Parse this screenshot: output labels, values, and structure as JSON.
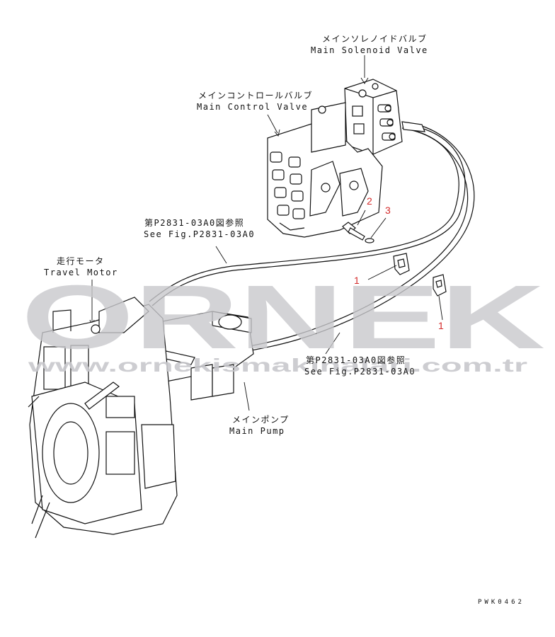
{
  "watermark": {
    "brand": "ORNEK",
    "site": "www.ornekismakinalari.com.tr",
    "color": "#c8c8cc"
  },
  "labels": {
    "main_solenoid_valve": {
      "jp": "メインソレノイドバルブ",
      "en": "Main Solenoid Valve"
    },
    "main_control_valve": {
      "jp": "メインコントロールバルブ",
      "en": "Main Control Valve"
    },
    "see_fig_upper": {
      "jp": "第P2831-03A0図参照",
      "en": "See Fig.P2831-03A0"
    },
    "travel_motor": {
      "jp": "走行モータ",
      "en": "Travel Motor"
    },
    "see_fig_lower": {
      "jp": "第P2831-03A0図参照",
      "en": "See Fig.P2831-03A0"
    },
    "main_pump": {
      "jp": "メインポンプ",
      "en": "Main Pump"
    }
  },
  "callouts": {
    "c1a": "1",
    "c1b": "1",
    "c2": "2",
    "c3": "3"
  },
  "callout_color": "#d42a2a",
  "drawing_code": "PWK0462"
}
